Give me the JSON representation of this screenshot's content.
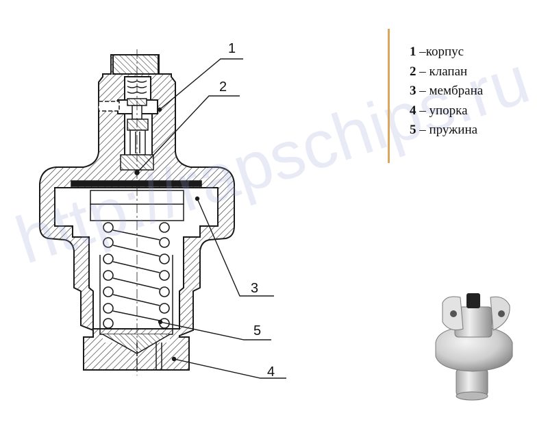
{
  "callouts": [
    {
      "num": "1"
    },
    {
      "num": "2"
    },
    {
      "num": "3"
    },
    {
      "num": "4"
    },
    {
      "num": "5"
    }
  ],
  "legend": [
    {
      "num": "1",
      "text": " –корпус"
    },
    {
      "num": "2",
      "text": " – клапан"
    },
    {
      "num": "3",
      "text": " – мембрана"
    },
    {
      "num": "4",
      "text": " – упорка"
    },
    {
      "num": "5",
      "text": " – пружина"
    }
  ],
  "watermark": "http://rapschips.ru",
  "colors": {
    "ink": "#1a1a1a",
    "hatch": "#333333",
    "accent": "#d9a760",
    "watermark": "#9aa0d7"
  }
}
